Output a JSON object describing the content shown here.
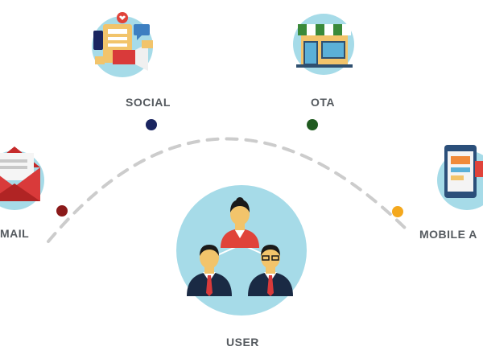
{
  "labels": {
    "social": "SOCIAL",
    "ota": "OTA",
    "email": "MAIL",
    "mobile": "MOBILE A",
    "user": "USER"
  },
  "colors": {
    "circle_bg": "#a6dbe8",
    "arc": "#cccccc",
    "dot_email": "#8b1a1a",
    "dot_social": "#1a2560",
    "dot_ota": "#1f5a1f",
    "dot_mobile": "#f4a81d",
    "label": "#555a5f"
  },
  "icons": {
    "social": "social-media-collage-icon",
    "ota": "storefront-icon",
    "email": "open-envelope-icon",
    "mobile": "mobile-app-phone-icon",
    "user": "user-group-icon"
  }
}
